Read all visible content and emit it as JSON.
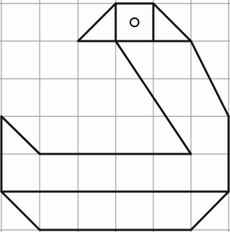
{
  "figure": {
    "description_visible_text": "",
    "grid": {
      "columns": 6,
      "rows": 6,
      "line_color": "#9a9a9a"
    },
    "shape": {
      "stroke_color": "#111111",
      "fill_color": "none",
      "eye": "small circle"
    }
  }
}
